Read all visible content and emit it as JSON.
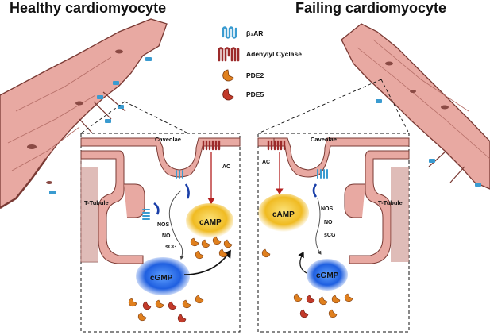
{
  "titles": {
    "left": "Healthy cardiomyocyte",
    "right": "Failing cardiomyocyte"
  },
  "legend": [
    {
      "icon": "beta3-receptor-icon",
      "label": "β₃AR",
      "color": "#3a9bd0"
    },
    {
      "icon": "adenylyl-cyclase-icon",
      "label": "Adenylyl Cyclase",
      "color": "#9c2a2a"
    },
    {
      "icon": "pde2-icon",
      "label": "PDE2",
      "color": "#e0801e"
    },
    {
      "icon": "pde5-icon",
      "label": "PDE5",
      "color": "#c23a2a"
    }
  ],
  "healthy": {
    "caveolae": "Caveolae",
    "t_tubule": "T-Tubule",
    "ac": "AC",
    "nos": "NOS",
    "no": "NO",
    "sgc": "sCG",
    "camp": "cAMP",
    "cgmp": "cGMP"
  },
  "failing": {
    "caveolae": "Caveolae",
    "t_tubule": "T-Tubule",
    "ac": "AC",
    "nos": "NOS",
    "no": "NO",
    "sgc": "sCG",
    "camp": "cAMP",
    "cgmp": "cGMP"
  },
  "colors": {
    "membrane": "#e8a9a2",
    "membrane_dark": "#b46d66",
    "camp": "#f2c12e",
    "cgmp": "#2e6fe0",
    "ac": "#9c2a2a",
    "receptor": "#3a9bd0",
    "pde2": "#e0801e",
    "pde5": "#c23a2a"
  }
}
